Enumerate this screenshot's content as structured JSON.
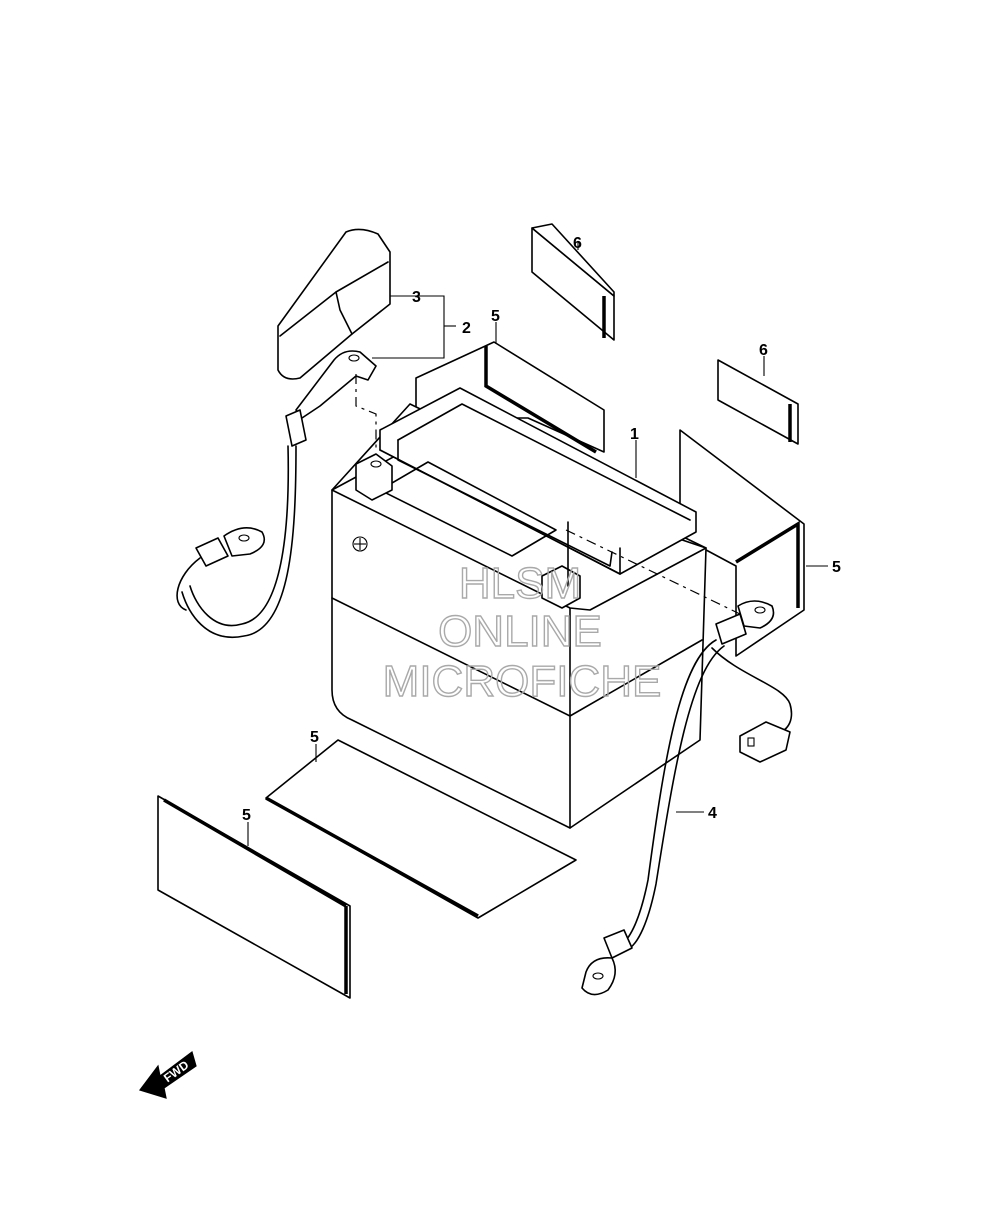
{
  "callouts": {
    "c1": "1",
    "c2": "2",
    "c3": "3",
    "c4": "4",
    "c5_top": "5",
    "c5_right": "5",
    "c5_mid": "5",
    "c5_left": "5",
    "c6_top": "6",
    "c6_right": "6"
  },
  "watermark": {
    "line1": "HLSM",
    "line2": "ONLINE",
    "line3": "MICROFICHE"
  },
  "fwd_label": "FWD",
  "colors": {
    "line": "#000000",
    "watermark": "#a9a9a9",
    "background": "#ffffff"
  }
}
